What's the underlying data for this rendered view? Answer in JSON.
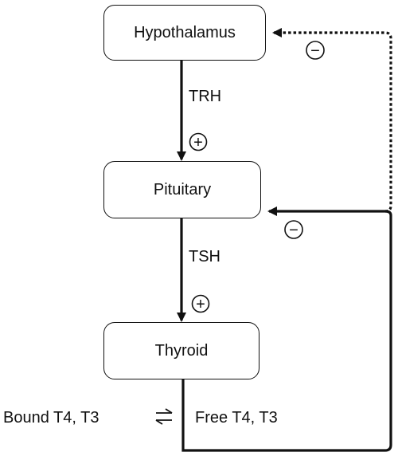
{
  "diagram": {
    "nodes": {
      "hypothalamus": "Hypothalamus",
      "pituitary": "Pituitary",
      "thyroid": "Thyroid"
    },
    "hormones": {
      "trh": "TRH",
      "tsh": "TSH"
    },
    "pools": {
      "bound": "Bound T4, T3",
      "free": "Free T4, T3"
    },
    "signs": {
      "stimulate": "+",
      "inhibit": "−"
    },
    "edges": [
      {
        "from": "hypothalamus",
        "to": "pituitary",
        "label": "TRH",
        "effect": "stimulate",
        "style": "solid"
      },
      {
        "from": "pituitary",
        "to": "thyroid",
        "label": "TSH",
        "effect": "stimulate",
        "style": "solid"
      },
      {
        "from": "thyroid",
        "to": "pituitary",
        "effect": "inhibit",
        "style": "solid"
      },
      {
        "from": "thyroid",
        "to": "hypothalamus",
        "effect": "inhibit",
        "style": "dotted"
      }
    ]
  }
}
